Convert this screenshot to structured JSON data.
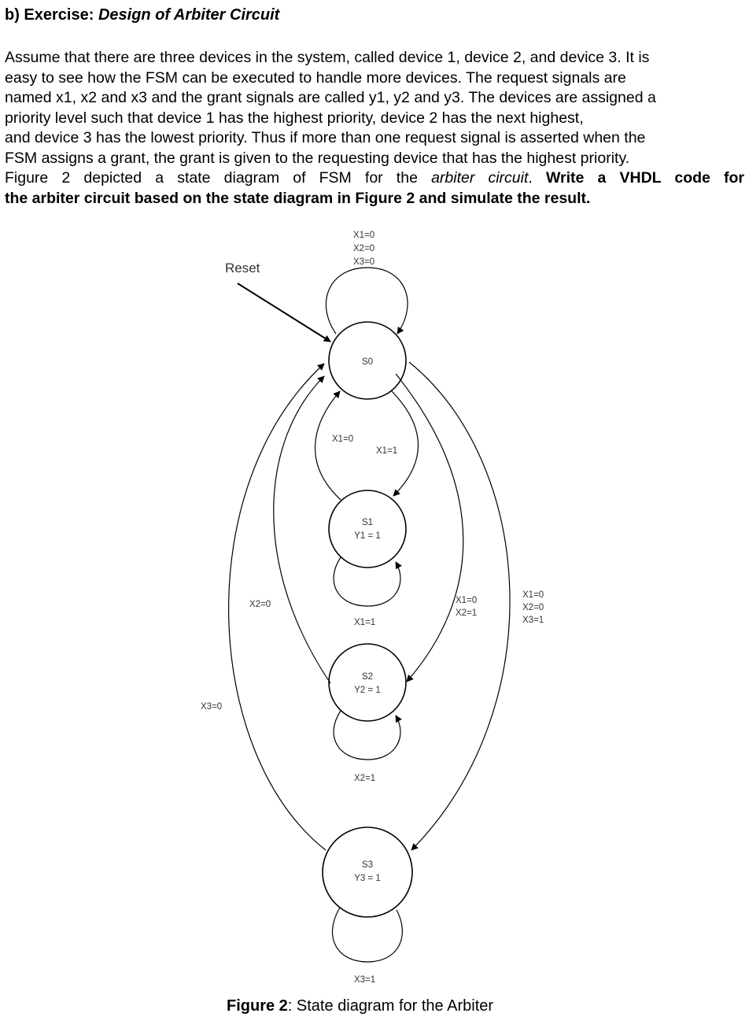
{
  "heading": {
    "prefix": "b) Exercise: ",
    "title": "Design of Arbiter Circuit"
  },
  "paragraph": {
    "lines": [
      "Assume that there are three devices in the system, called device 1, device 2, and device 3. It is",
      "easy  to see how  the FSM can be executed  to handle more devices. The  request  signals are",
      "named x1, x2 and x3 and the grant signals are called y1, y2 and y3. The devices are assigned a",
      "priority  level  such  that  device  1  has  the  highest  priority,  device  2  has  the  next  highest,",
      "and device 3 has the lowest priority. Thus if more than one request signal is asserted when the",
      "FSM assigns a grant, the grant is given to the requesting device that has the highest priority."
    ],
    "line7_a": "Figure 2 depicted a state diagram of FSM for the ",
    "line7_italic": "arbiter circuit",
    "line7_b": ". ",
    "line7_bold": "Write a VHDL code for",
    "line8_bold": "the  arbiter circuit based on the state diagram in Figure 2 and simulate the result."
  },
  "diagram": {
    "reset_label": "Reset",
    "states": [
      {
        "name": "S0",
        "output": ""
      },
      {
        "name": "S1",
        "output": "Y1 = 1"
      },
      {
        "name": "S2",
        "output": "Y2 = 1"
      },
      {
        "name": "S3",
        "output": "Y3 = 1"
      }
    ],
    "self_loop_labels": {
      "s0": [
        "X1=0",
        "X2=0",
        "X3=0"
      ],
      "s1": "X1=1",
      "s2": "X2=1",
      "s3": "X3=1"
    },
    "transition_labels": {
      "s1_to_s0": "X1=0",
      "s0_to_s1": "X1=1",
      "s2_to_s0": "X2=0",
      "s3_to_s0": "X3=0",
      "s0_to_s2": [
        "X1=0",
        "X2=1"
      ],
      "s0_to_s3": [
        "X1=0",
        "X2=0",
        "X3=1"
      ]
    }
  },
  "caption": {
    "label": "Figure 2",
    "text": ": State diagram for the Arbiter"
  }
}
